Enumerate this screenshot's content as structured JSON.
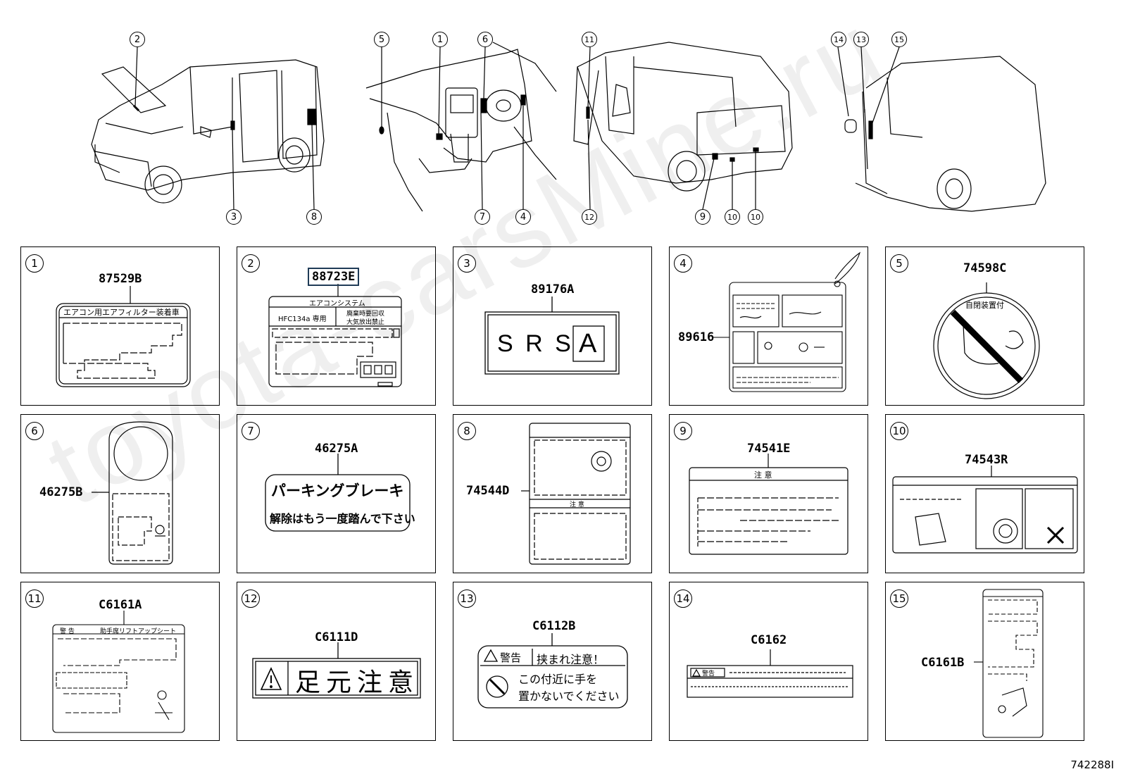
{
  "top_callouts": [
    "2",
    "3",
    "8",
    "5",
    "1",
    "6",
    "7",
    "4",
    "11",
    "12",
    "9",
    "10",
    "10",
    "14",
    "13",
    "15"
  ],
  "panels": [
    {
      "num": "1",
      "part": "87529B",
      "text": "エアコン用エアフィルター装着車"
    },
    {
      "num": "2",
      "part": "88723E",
      "title": "エアコンシステム",
      "left": "HFC134a 専用",
      "right1": "廃棄時要回収",
      "right2": "大気放出禁止"
    },
    {
      "num": "3",
      "part": "89176A",
      "srs": "S R S",
      "box": "A"
    },
    {
      "num": "4",
      "part": "89616"
    },
    {
      "num": "5",
      "part": "74598C",
      "badge": "自閉装置付"
    },
    {
      "num": "6",
      "part": "46275B"
    },
    {
      "num": "7",
      "part": "46275A",
      "line1": "パーキングブレーキ",
      "line2": "解除はもう一度踏んで下さい"
    },
    {
      "num": "8",
      "part": "74544D",
      "head": "注 意"
    },
    {
      "num": "9",
      "part": "74541E",
      "head": "注 意"
    },
    {
      "num": "10",
      "part": "74543R"
    },
    {
      "num": "11",
      "part": "C6161A",
      "head": "警 告",
      "text": "助手席リフトアップシート"
    },
    {
      "num": "12",
      "part": "C6111D",
      "text": "足元注意"
    },
    {
      "num": "13",
      "part": "C6112B",
      "head": "警告",
      "text1": "挟まれ注意！",
      "text2": "この付近に手を",
      "text3": "置かないでください"
    },
    {
      "num": "14",
      "part": "C6162",
      "head": "警告"
    },
    {
      "num": "15",
      "part": "C6161B"
    }
  ],
  "figure_code": "742288I",
  "watermark": "toyota-carsMine.ru",
  "colors": {
    "line": "#000000",
    "highlight_box": "#1f3b57",
    "watermark": "#efefef"
  }
}
